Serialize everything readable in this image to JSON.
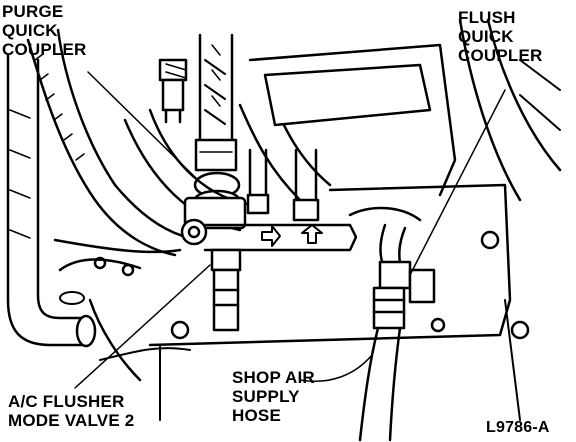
{
  "labels": {
    "purge": [
      "PURGE",
      "QUICK",
      "COUPLER"
    ],
    "flush": [
      "FLUSH",
      "QUICK",
      "COUPLER"
    ],
    "valve": [
      "A/C FLUSHER",
      "MODE VALVE 2"
    ],
    "hose": [
      "SHOP AIR",
      "SUPPLY",
      "HOSE"
    ]
  },
  "figure_id": "L9786-A"
}
